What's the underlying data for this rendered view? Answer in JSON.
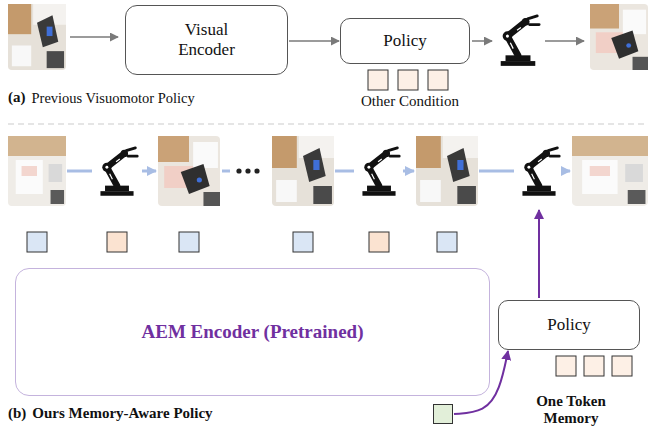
{
  "diagram": {
    "nodes": [
      {
        "text": [
          "Visual Encoder"
        ]
      },
      {
        "text": [
          "Policy"
        ]
      },
      {
        "text": [
          "AEM Encoder (Pretrained)"
        ]
      },
      {
        "text": [
          "Policy"
        ]
      },
      {
        "text": [
          "One Token Memory"
        ]
      }
    ],
    "edges": [
      {
        "from": 0,
        "to": 1,
        "arrow": "to"
      },
      {
        "from": 4,
        "to": 3,
        "arrow": "to"
      }
    ],
    "labels": [
      "(a)",
      "Previous Visuomotor Policy",
      "Other Condition",
      "(b)",
      "Ours Memory-Aware Policy"
    ]
  }
}
